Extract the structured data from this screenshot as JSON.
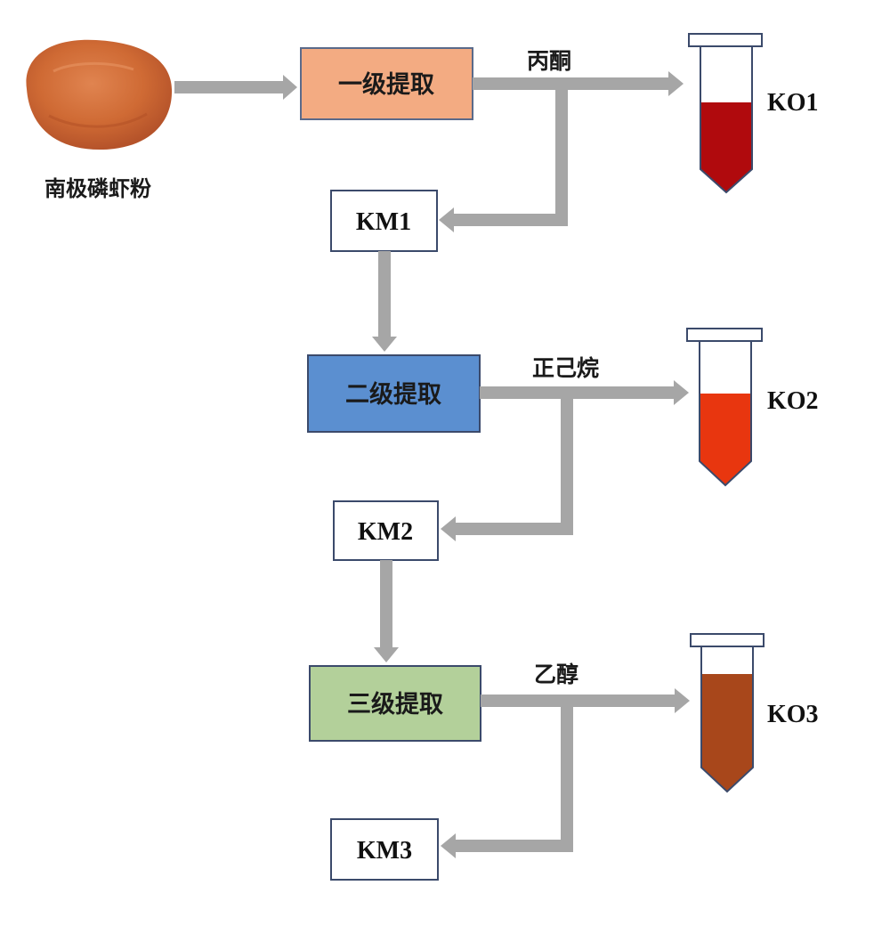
{
  "colors": {
    "arrow": "#a6a6a6",
    "powder": "#cf6a34",
    "stage_1_fill": "#f3ab82",
    "stage_2_fill": "#5b8fd0",
    "stage_3_fill": "#b3d09a",
    "ko1_liquid": "#b00a0d",
    "ko2_liquid": "#e8360f",
    "ko3_liquid": "#a8471b"
  },
  "source": {
    "label": "南极磷虾粉",
    "icon": "krill-powder-pile"
  },
  "stages": [
    {
      "id": "stage1",
      "label": "一级提取",
      "solvent": "丙酮",
      "extract": "KO1",
      "residue": "KM1"
    },
    {
      "id": "stage2",
      "label": "二级提取",
      "solvent": "正己烷",
      "extract": "KO2",
      "residue": "KM2"
    },
    {
      "id": "stage3",
      "label": "三级提取",
      "solvent": "乙醇",
      "extract": "KO3",
      "residue": "KM3"
    }
  ]
}
